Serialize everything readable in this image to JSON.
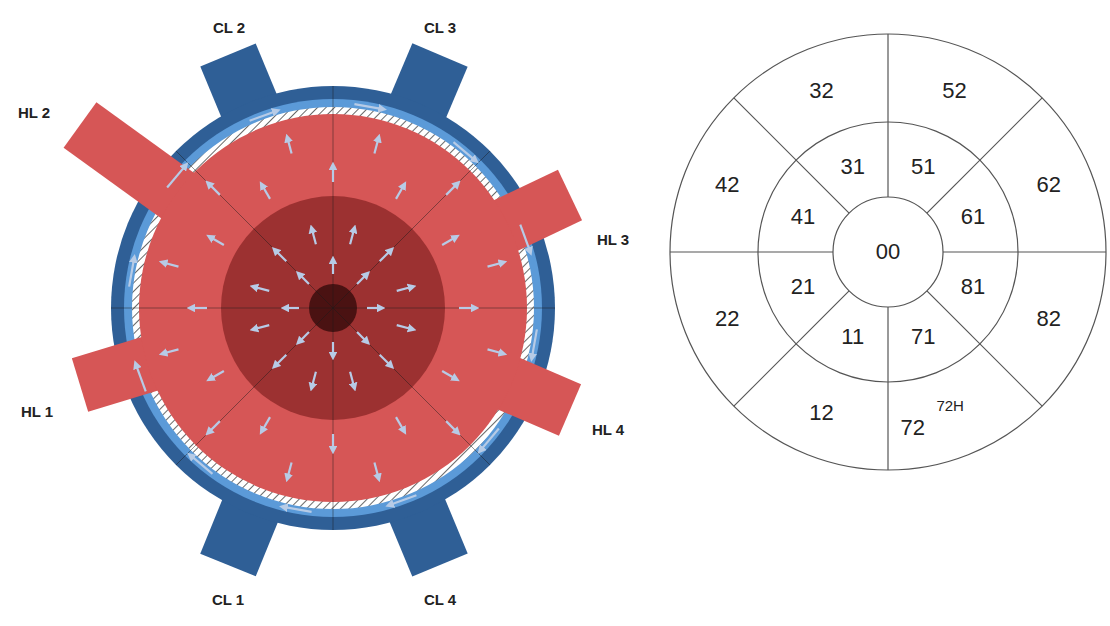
{
  "diagram": {
    "labels": [
      "CL 2",
      "CL 3",
      "HL 2",
      "HL 3",
      "HL 1",
      "HL 4",
      "CL 1",
      "CL 4",
      "32",
      "52",
      "42",
      "31",
      "51",
      "62",
      "41",
      "00",
      "61",
      "22",
      "21",
      "81",
      "82",
      "11",
      "71",
      "12",
      "72H",
      "72"
    ]
  }
}
